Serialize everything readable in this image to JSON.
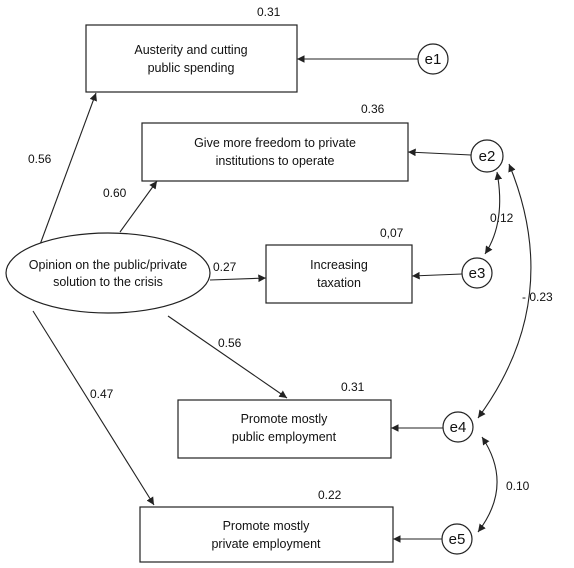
{
  "diagram": {
    "predictor": {
      "lines": [
        "Opinion on the public/private",
        "solution to the crisis"
      ]
    },
    "outcomes": [
      {
        "id": "austerity",
        "lines": [
          "Austerity and cutting",
          "public spending"
        ],
        "r2": "0.31"
      },
      {
        "id": "freedom",
        "lines": [
          "Give more freedom to private",
          "institutions to operate"
        ],
        "r2": "0.36"
      },
      {
        "id": "taxation",
        "lines": [
          "Increasing",
          "taxation"
        ],
        "r2": "0,07"
      },
      {
        "id": "public-employment",
        "lines": [
          "Promote mostly",
          "public employment"
        ],
        "r2": "0.31"
      },
      {
        "id": "private-employment",
        "lines": [
          "Promote mostly",
          "private employment"
        ],
        "r2": "0.22"
      }
    ],
    "errors": [
      "e1",
      "e2",
      "e3",
      "e4",
      "e5"
    ],
    "path_coefficients": [
      {
        "to": "austerity",
        "label": "0.56"
      },
      {
        "to": "freedom",
        "label": "0.60"
      },
      {
        "to": "taxation",
        "label": "0.27"
      },
      {
        "to": "public-employment",
        "label": "0.56"
      },
      {
        "to": "private-employment",
        "label": "0.47"
      }
    ],
    "error_covariances": [
      {
        "between": [
          "e2",
          "e3"
        ],
        "label": "0.12"
      },
      {
        "between": [
          "e2",
          "e4"
        ],
        "label": "- 0.23"
      },
      {
        "between": [
          "e4",
          "e5"
        ],
        "label": "0.10"
      }
    ]
  }
}
